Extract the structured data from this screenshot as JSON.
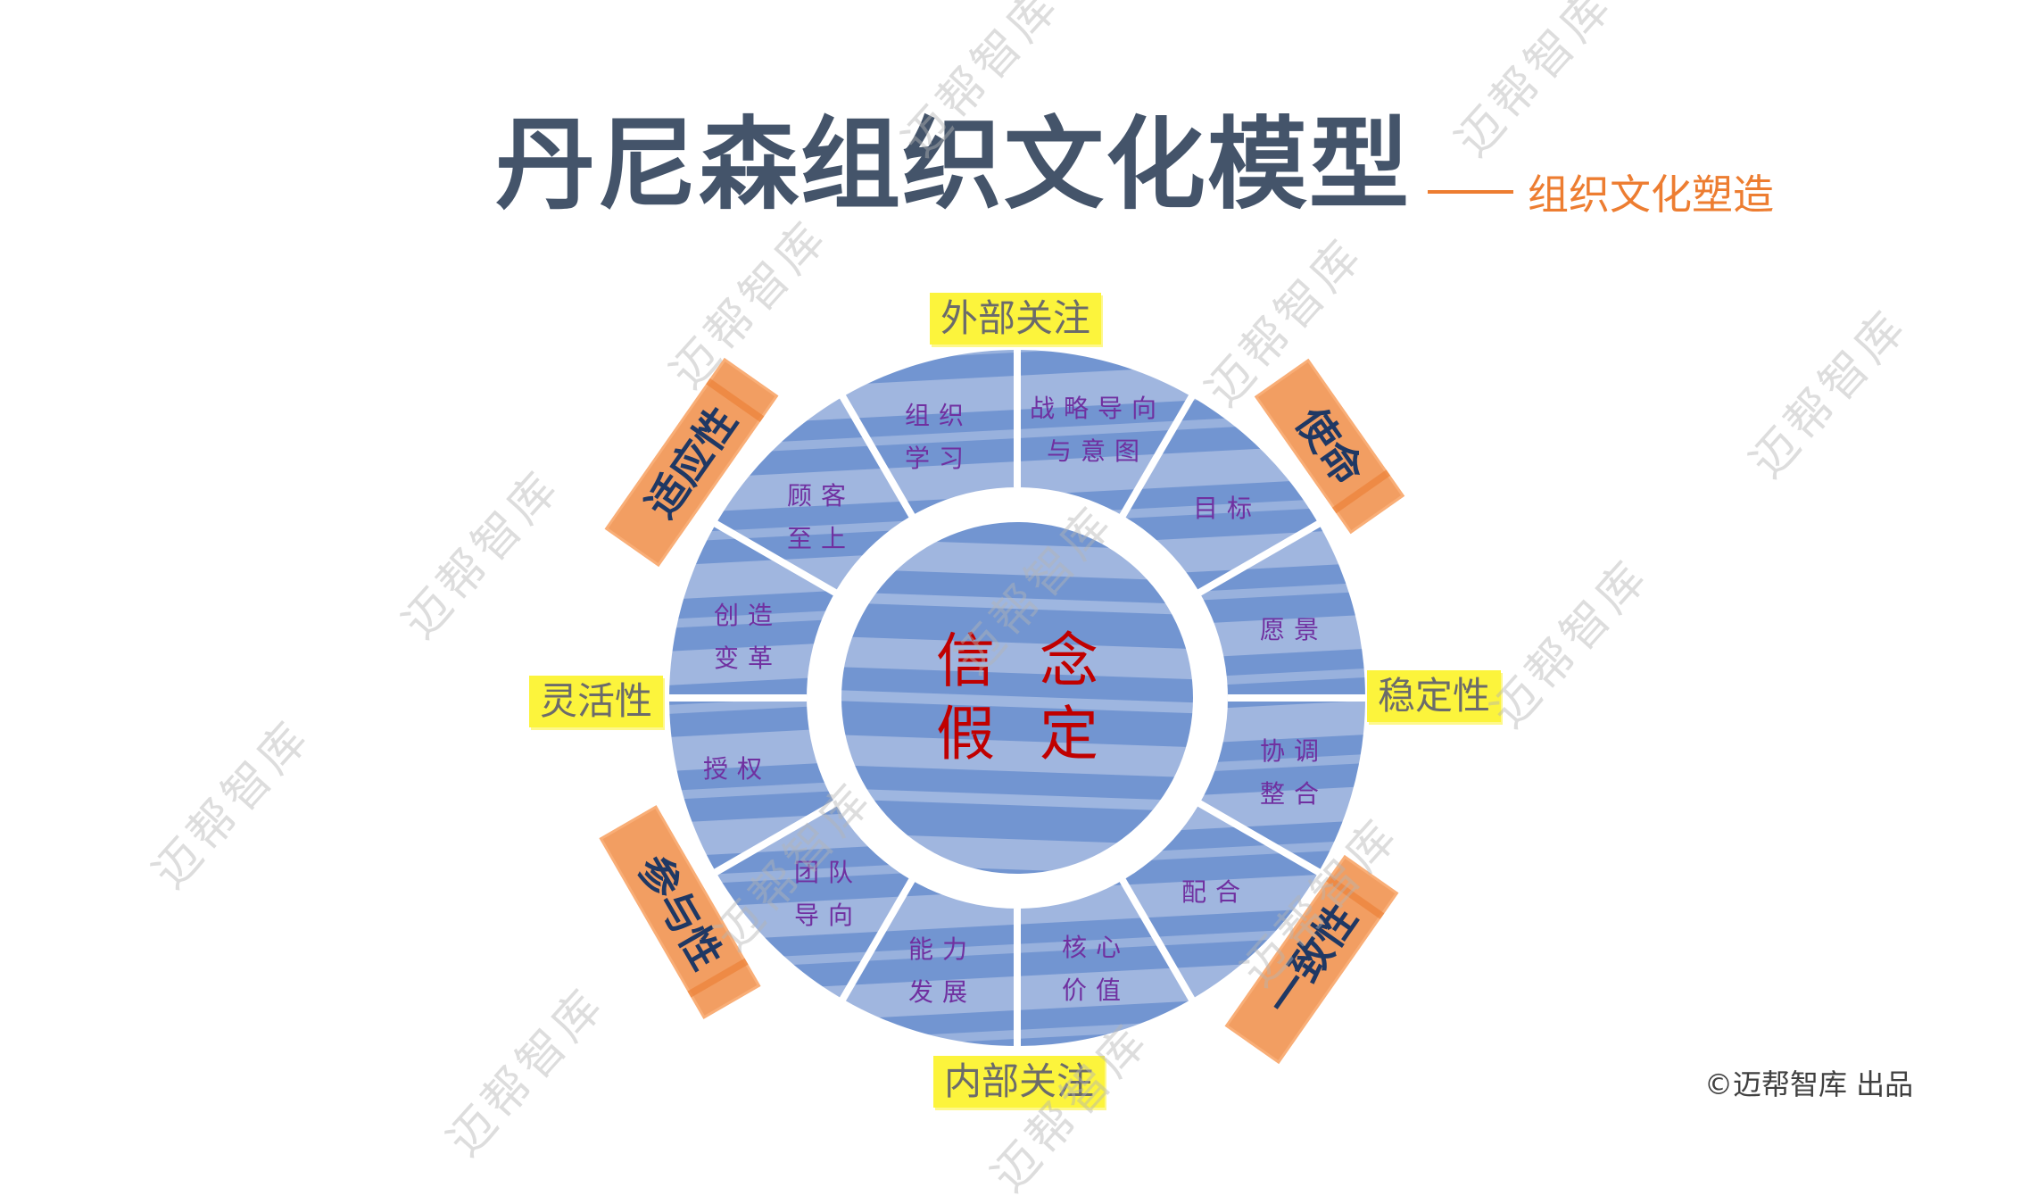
{
  "header": {
    "title": "丹尼森组织文化模型",
    "subtitle": "组织文化塑造"
  },
  "core": {
    "line1": "信念",
    "line2": "假定"
  },
  "axes": {
    "top": "外部关注",
    "bottom": "内部关注",
    "left": "灵活性",
    "right": "稳定性"
  },
  "traits": {
    "adaptability": "适应性",
    "mission": "使命",
    "consistency": "一致性",
    "involvement": "参与性"
  },
  "segments": [
    {
      "id": "strategic-direction",
      "lines": [
        "战略导向",
        "与意图"
      ]
    },
    {
      "id": "goals",
      "lines": [
        "目标"
      ]
    },
    {
      "id": "vision",
      "lines": [
        "愿景"
      ]
    },
    {
      "id": "coordination",
      "lines": [
        "协调",
        "整合"
      ]
    },
    {
      "id": "agreement",
      "lines": [
        "配合"
      ]
    },
    {
      "id": "core-values",
      "lines": [
        "核心",
        "价值"
      ]
    },
    {
      "id": "capability-development",
      "lines": [
        "能力",
        "发展"
      ]
    },
    {
      "id": "team-orientation",
      "lines": [
        "团队",
        "导向"
      ]
    },
    {
      "id": "empowerment",
      "lines": [
        "授权"
      ]
    },
    {
      "id": "creating-change",
      "lines": [
        "创造",
        "变革"
      ]
    },
    {
      "id": "customer-focus",
      "lines": [
        "顾客",
        "至上"
      ]
    },
    {
      "id": "organizational-learning",
      "lines": [
        "组织",
        "学习"
      ]
    }
  ],
  "credit": "©迈帮智库 出品",
  "watermark": "迈帮智库",
  "colors": {
    "title": "#44546a",
    "subtitle": "#ed7d31",
    "segment_light": "#a0b6df",
    "segment_dark": "#7295d1",
    "segment_text": "#7030a0",
    "core_text": "#c00000",
    "axis_tag": "#fcf43c",
    "trait_tag": "#f29e62",
    "trait_text": "#1f3864"
  }
}
